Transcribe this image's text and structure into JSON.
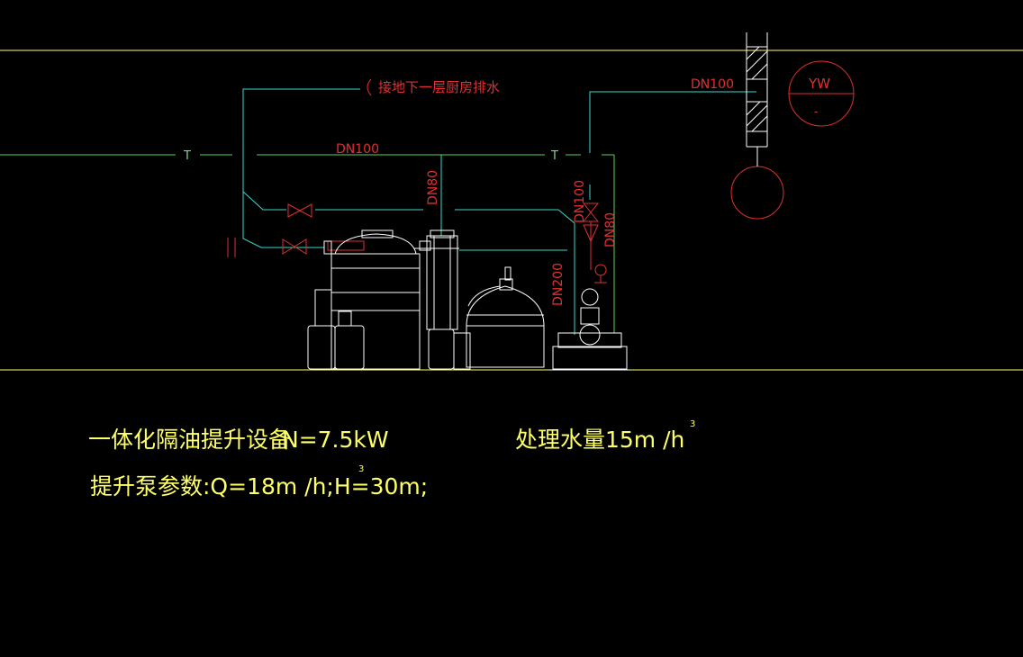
{
  "colors": {
    "background": "#000000",
    "boundary": "#ffff66",
    "pipe_cyan": "#38d9d0",
    "pipe_green": "#5cd05c",
    "annotation_red": "#e03030",
    "equipment_white": "#ffffff",
    "text_yellow": "#ffff66"
  },
  "pipes": {
    "top_note": "接地下一层厨房排水",
    "main_label": "DN100",
    "main_tee_left": "T",
    "main_tee_right": "T",
    "riser_dn80": "DN80",
    "riser_dn200": "DN200",
    "outlet_dn100_vertical": "DN100",
    "outlet_dn80_vertical": "DN80",
    "outlet_dn100_horizontal": "DN100"
  },
  "well": {
    "label": "YW",
    "sub_label": "-"
  },
  "notes": {
    "line1_name": "一体化隔油提升设备",
    "line1_power": "N=7.5kW",
    "line1_capacity": "处理水量15m /h",
    "line1_superscript": "3",
    "line2": "提升泵参数:Q=18m /h;H=30m;",
    "line2_superscript": "3"
  }
}
